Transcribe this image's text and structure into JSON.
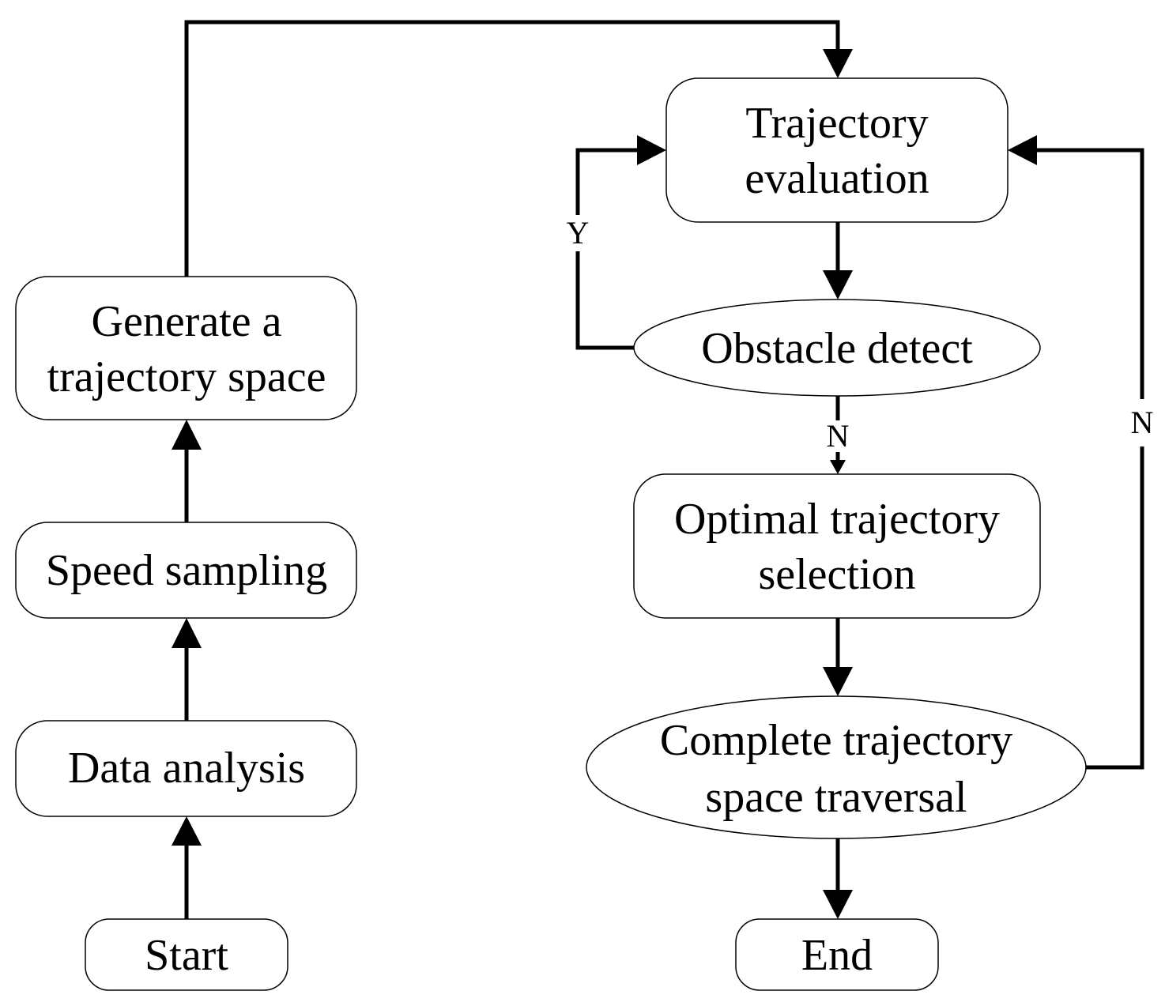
{
  "nodes": {
    "start": {
      "lines": [
        "Start"
      ]
    },
    "data_analysis": {
      "lines": [
        "Data analysis"
      ]
    },
    "speed_sampling": {
      "lines": [
        "Speed sampling"
      ]
    },
    "generate_space": {
      "lines": [
        "Generate a",
        "trajectory space"
      ]
    },
    "trajectory_evaluation": {
      "lines": [
        "Trajectory",
        "evaluation"
      ]
    },
    "obstacle_detect": {
      "lines": [
        "Obstacle detect"
      ]
    },
    "optimal_selection": {
      "lines": [
        "Optimal trajectory",
        "selection"
      ]
    },
    "complete_traversal": {
      "lines": [
        "Complete trajectory",
        "space traversal"
      ]
    },
    "end": {
      "lines": [
        "End"
      ]
    }
  },
  "edge_labels": {
    "obstacle_yes": "Y",
    "obstacle_no": "N",
    "traversal_no": "N"
  }
}
